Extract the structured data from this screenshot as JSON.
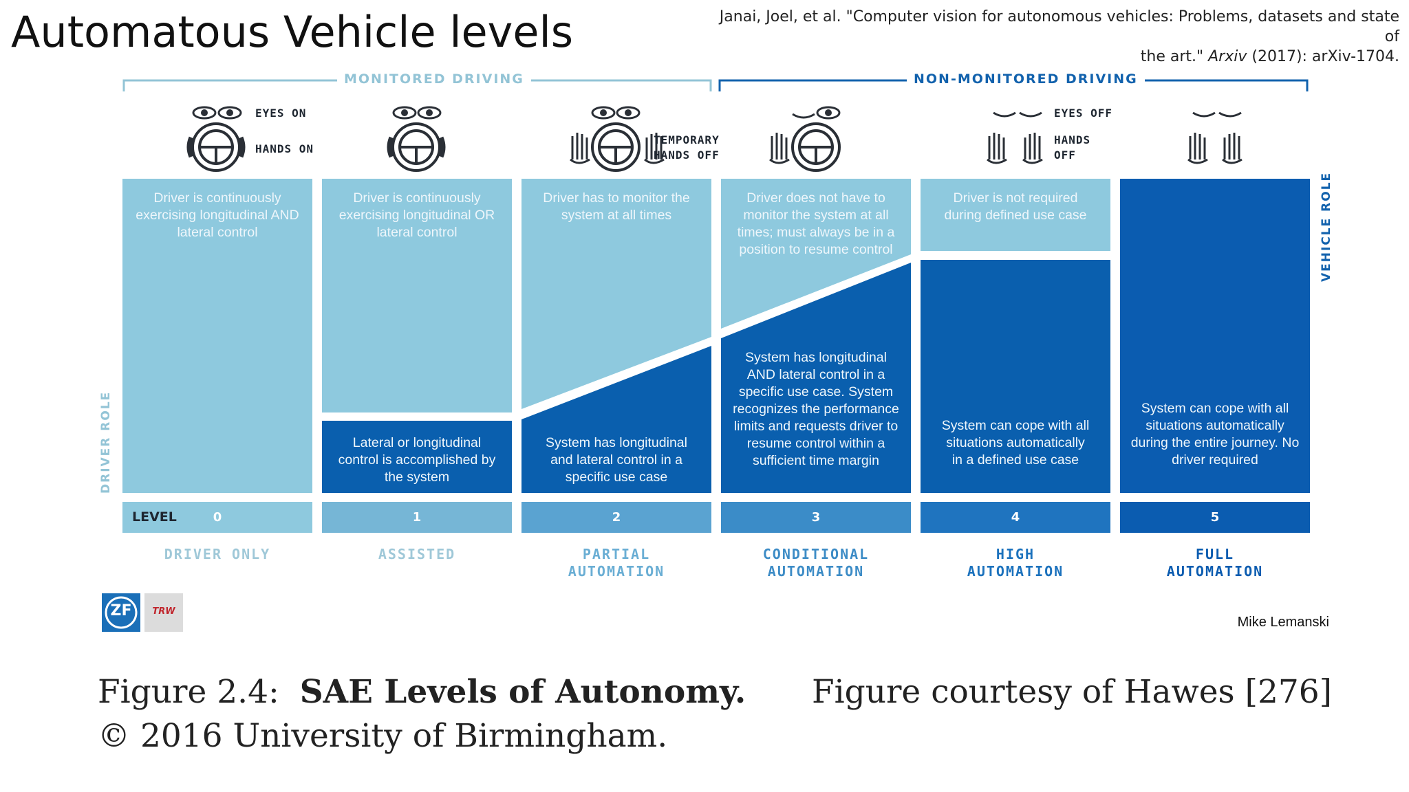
{
  "slide": {
    "title": "Automatous Vehicle levels",
    "citation_line1": "Janai, Joel, et al. \"Computer vision for autonomous vehicles: Problems, datasets and state of",
    "citation_line2_pre": "the art.\"",
    "citation_journal": "Arxiv",
    "citation_line2_post": "(2017): arXiv-1704."
  },
  "diagram": {
    "group_monitored": "MONITORED DRIVING",
    "group_non_monitored": "NON-MONITORED DRIVING",
    "eyes_on": "EYES ON",
    "hands_on": "HANDS ON",
    "temporary": "TEMPORARY",
    "hands_off_temp": "HANDS OFF",
    "eyes_off": "EYES OFF",
    "hands": "HANDS",
    "off": "OFF",
    "driver_role": "DRIVER ROLE",
    "vehicle_role": "VEHICLE ROLE",
    "level_label": "LEVEL",
    "levels": [
      {
        "number": "0",
        "driver_text": "Driver is continuously exercising longitudinal AND lateral control",
        "vehicle_text": "",
        "category_1": "DRIVER ONLY",
        "category_2": ""
      },
      {
        "number": "1",
        "driver_text": "Driver is continuously exercising longitudinal OR lateral control",
        "vehicle_text": "Lateral or longitudinal control is accomplished by the system",
        "category_1": "ASSISTED",
        "category_2": ""
      },
      {
        "number": "2",
        "driver_text": "Driver has to monitor the system at all times",
        "vehicle_text": "System has longitudinal and lateral control in a specific use case",
        "category_1": "PARTIAL",
        "category_2": "AUTOMATION"
      },
      {
        "number": "3",
        "driver_text": "Driver does not have to monitor the system at all times; must always be in a position to resume control",
        "vehicle_text": "System has longitudinal AND lateral control in a specific use case. System recognizes the performance limits and requests driver to resume control within a sufficient time margin",
        "category_1": "CONDITIONAL",
        "category_2": "AUTOMATION"
      },
      {
        "number": "4",
        "driver_text": "Driver is not required during defined use case",
        "vehicle_text": "System can cope with all situations automatically in a defined use case",
        "category_1": "HIGH",
        "category_2": "AUTOMATION"
      },
      {
        "number": "5",
        "driver_text": "",
        "vehicle_text": "System can cope with all situations automatically during the entire journey. No driver required",
        "category_1": "FULL",
        "category_2": "AUTOMATION"
      }
    ],
    "logo_left": "ZF",
    "logo_right": "TRW",
    "author": "Mike Lemanski"
  },
  "caption": {
    "prefix": "Figure 2.4:",
    "bold": "SAE Levels of Autonomy.",
    "rest": "Figure courtesy of Hawes [276]",
    "line2": "© 2016 University of Birmingham."
  },
  "colors": {
    "light_col": "#8ec9de",
    "dark_col": "#0a5fae",
    "full_col": "#0b5cb0",
    "text_light_group": "#93c4d6",
    "text_dark_group": "#1262ad"
  }
}
